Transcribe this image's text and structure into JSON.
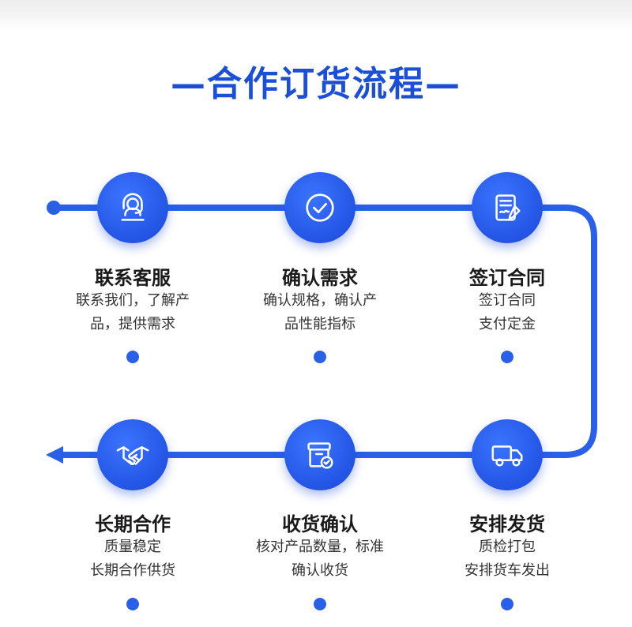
{
  "title": "—合作订货流程—",
  "colors": {
    "accent": "#2a5fe8",
    "title": "#1a4fd6"
  },
  "steps": [
    {
      "title": "联系客服",
      "desc1": "联系我们，了解产",
      "desc2": "品，提供需求",
      "icon": "customer-service-icon"
    },
    {
      "title": "确认需求",
      "desc1": "确认规格，确认产",
      "desc2": "品性能指标",
      "icon": "checkmark-icon"
    },
    {
      "title": "签订合同",
      "desc1": "签订合同",
      "desc2": "支付定金",
      "icon": "contract-sign-icon"
    },
    {
      "title": "安排发货",
      "desc1": "质检打包",
      "desc2": "安排货车发出",
      "icon": "truck-icon"
    },
    {
      "title": "收货确认",
      "desc1": "核对产品数量，标准",
      "desc2": "确认收货",
      "icon": "package-check-icon"
    },
    {
      "title": "长期合作",
      "desc1": "质量稳定",
      "desc2": "长期合作供货",
      "icon": "handshake-icon"
    }
  ]
}
